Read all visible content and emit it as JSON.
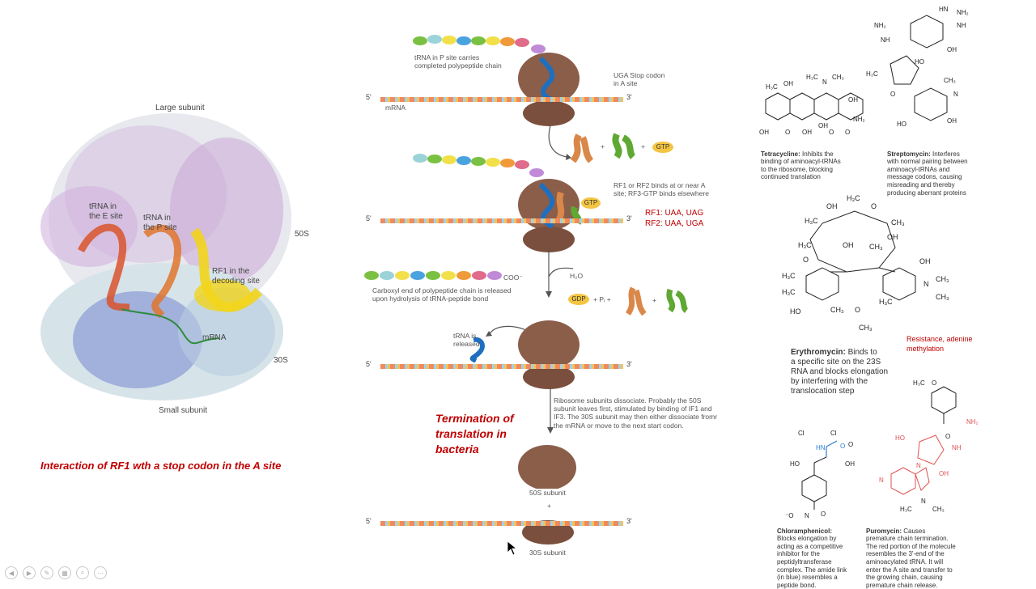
{
  "left_panel": {
    "labels": {
      "large_subunit": "Large subunit",
      "trna_e": "tRNA in\nthe E site",
      "trna_p": "tRNA in\nthe P site",
      "s50": "50S",
      "rf1": "RF1 in the\ndecoding site",
      "mrna": "mRNA",
      "s30": "30S",
      "small_subunit": "Small subunit"
    },
    "caption": "Interaction of RF1 wth a stop codon in the A site"
  },
  "middle_panel": {
    "five_prime": "5'",
    "three_prime": "3'",
    "step1": {
      "trna_text": "tRNA in P site carries\ncompleted polypeptide chain",
      "stop_text": "UGA Stop codon\nin A site",
      "mrna_label": "mRNA"
    },
    "step2": {
      "gtp": "GTP",
      "rf_text": "RF1 or RF2 binds at or near A\nsite; RF3-GTP binds elsewhere",
      "bound_gtp": "GTP"
    },
    "rf_codons": {
      "rf1": "RF1: UAA, UAG",
      "rf2": "RF2: UAA, UGA"
    },
    "step3": {
      "coo": "COO⁻",
      "h2o": "H₂O",
      "carboxyl_text": "Carboxyl end of polypeptide chain is released\nupon hydrolysis of tRNA-peptide bond",
      "gdp": "GDP",
      "pi": "+ Pᵢ +"
    },
    "step4": {
      "trna_released": "tRNA is\nreleased"
    },
    "step5": {
      "dissociate_text": "Ribosome subunits dissociate. Probably the 50S\nsubunit leaves first, stimulated by binding of IF1 and\nIF3. The 30S subunit may then either dissociate fromr\nthe mRNA or move to the next start codon.",
      "s50_label": "50S subunit",
      "plus": "+",
      "s30_label": "30S subunit"
    },
    "title": "Termination of\ntranslation in\nbacteria"
  },
  "right_panel": {
    "tetracycline": {
      "name": "Tetracycline:",
      "desc": " Inhibits the\nbinding of aminoacyl-tRNAs\nto the ribosome, blocking\ncontinued translation"
    },
    "streptomycin": {
      "name": "Streptomycin:",
      "desc": " Interferes\nwith normal pairing between\naminoacyl-tRNAs and\nmessage codons, causing\nmisreading and thereby\nproducing aberrant proteins"
    },
    "erythromycin": {
      "name": "Erythromycin:",
      "desc": " Binds to\na specific site on the 23S\nRNA and blocks elongation\nby interfering with the\ntranslocation step"
    },
    "resistance": "Resistance, adenine\nmethylation",
    "chloramphenicol": {
      "name": "Chloramphenicol:",
      "desc": "\nBlocks elongation by\nacting as a competitive\ninhibitor for the\npeptidyltransferase\ncomplex. The amide link\n(in blue) resembles a\npeptide bond."
    },
    "puromycin": {
      "name": "Puromycin:",
      "desc": " Causes\npremature chain termination.\nThe red portion of the molecule\nresembles the 3'-end of the\naminoacylated tRNA. It will\nenter the A site and transfer to\nthe growing chain, causing\npremature chain release."
    }
  },
  "colors": {
    "caption_red": "#c00000",
    "ribosome_brown": "#8b5e4a",
    "mrna_orange": "#f08a5d",
    "trna_blue": "#1f6fc0"
  }
}
